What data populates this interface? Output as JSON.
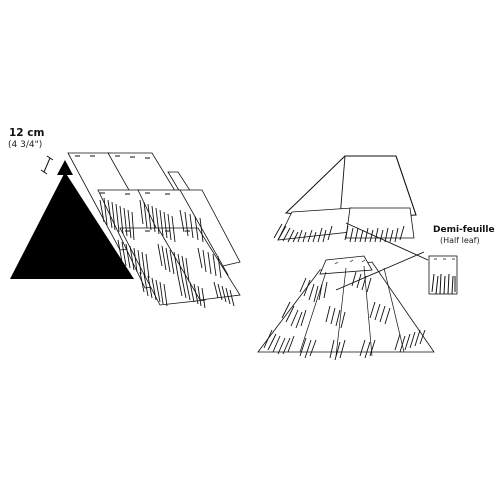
{
  "measurement": {
    "metric": "12 cm",
    "imperial": "(4 3/4\")"
  },
  "half_leaf": {
    "label_fr": "Demi-feuille",
    "label_en": "(Half leaf)"
  },
  "colors": {
    "ink": "#111111",
    "paper": "#ffffff",
    "fill_dark": "#000000"
  }
}
